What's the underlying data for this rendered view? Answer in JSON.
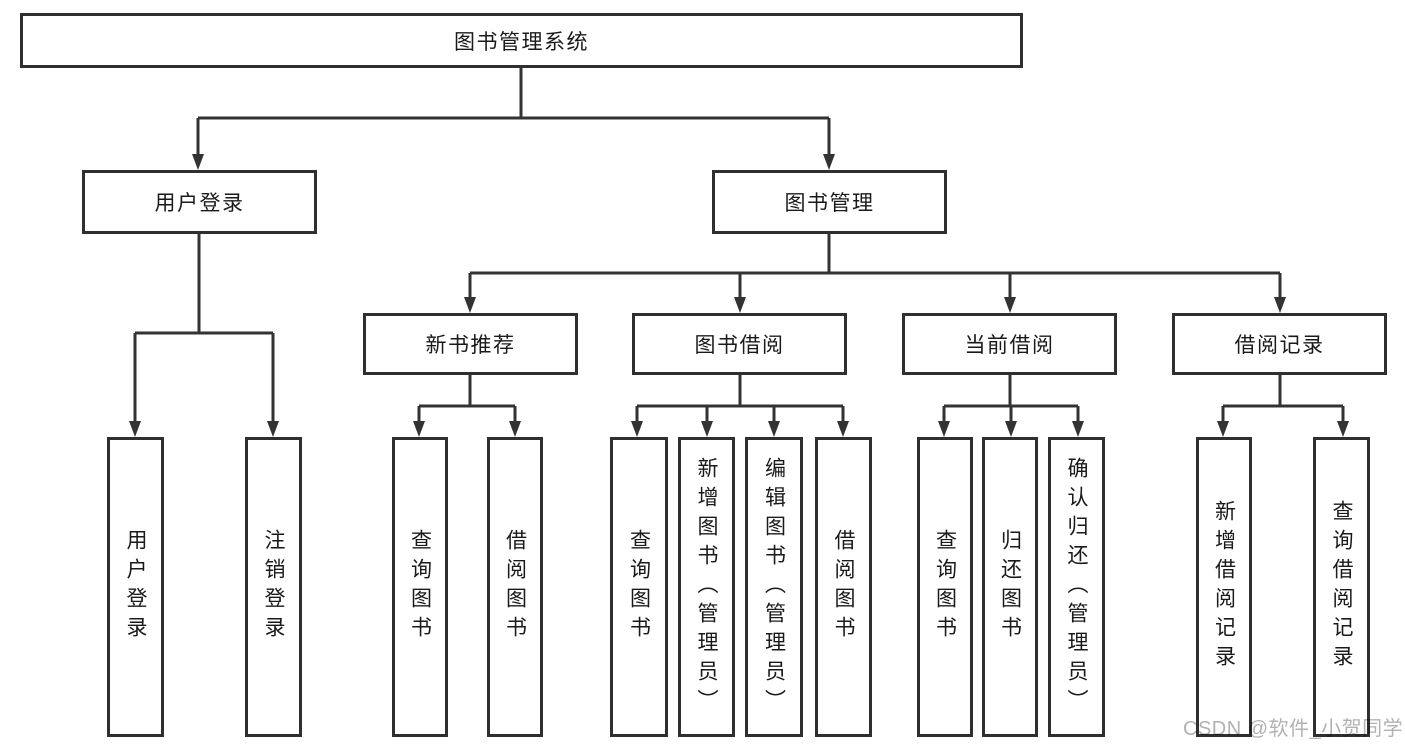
{
  "tree": {
    "root": {
      "label": "图书管理系统"
    },
    "l2": [
      {
        "label": "用户登录",
        "children": [
          {
            "label": "用户登录"
          },
          {
            "label": "注销登录"
          }
        ]
      },
      {
        "label": "图书管理"
      }
    ],
    "l3": [
      {
        "label": "新书推荐",
        "children": [
          {
            "label": "查询图书"
          },
          {
            "label": "借阅图书"
          }
        ]
      },
      {
        "label": "图书借阅",
        "children": [
          {
            "label": "查询图书"
          },
          {
            "label": "新增图书（管理员）"
          },
          {
            "label": "编辑图书（管理员）"
          },
          {
            "label": "借阅图书"
          }
        ]
      },
      {
        "label": "当前借阅",
        "children": [
          {
            "label": "查询图书"
          },
          {
            "label": "归还图书"
          },
          {
            "label": "确认归还（管理员）"
          }
        ]
      },
      {
        "label": "借阅记录",
        "children": [
          {
            "label": "新增借阅记录"
          },
          {
            "label": "查询借阅记录"
          }
        ]
      }
    ]
  },
  "watermark": {
    "text": "CSDN @软件_小贺同学"
  },
  "colors": {
    "line": "#333333",
    "box_border": "#2f2f2f",
    "box_fill": "#ffffff",
    "text": "#1a1a1a",
    "watermark": "#b2b2b2",
    "background": "#ffffff"
  }
}
